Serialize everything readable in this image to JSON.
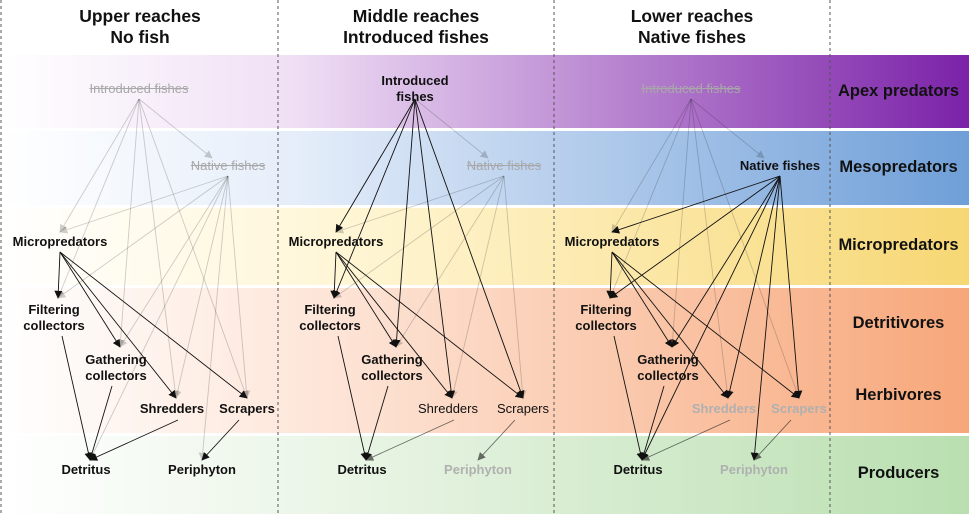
{
  "colors": {
    "apex": "#7b22a8",
    "meso": "#6f9fd8",
    "micro": "#f7d774",
    "detritivores": "#f7a77a",
    "herbivores": "#f7a77a",
    "producers": "#b9dfb0",
    "divider": "#555555"
  },
  "headers": [
    {
      "line1": "Upper reaches",
      "line2": "No fish"
    },
    {
      "line1": "Middle reaches",
      "line2": "Introduced fishes"
    },
    {
      "line1": "Lower reaches",
      "line2": "Native fishes"
    }
  ],
  "tiers": {
    "apex": "Apex predators",
    "meso": "Mesopredators",
    "micro": "Micropredators",
    "detritivores": "Detritivores",
    "herbivores": "Herbivores",
    "producers": "Producers"
  },
  "nodes": {
    "introduced": "Introduced fishes",
    "native": "Native fishes",
    "micro": "Micropredators",
    "filtering": "Filtering collectors",
    "gathering": "Gathering collectors",
    "shredders": "Shredders",
    "scrapers": "Scrapers",
    "detritus": "Detritus",
    "periphyton": "Periphyton"
  },
  "panels": [
    {
      "name": "upper",
      "nodes": {
        "introduced": {
          "state": "absent"
        },
        "native": {
          "state": "absent"
        },
        "micro": {
          "state": "present"
        },
        "filtering": {
          "state": "present"
        },
        "gathering": {
          "state": "present"
        },
        "shredders": {
          "state": "present"
        },
        "scrapers": {
          "state": "present"
        },
        "detritus": {
          "state": "present"
        },
        "periphyton": {
          "state": "present"
        }
      },
      "links": [
        {
          "from": "introduced",
          "to": "native",
          "opacity": 0.2
        },
        {
          "from": "introduced",
          "to": "micro",
          "opacity": 0.2
        },
        {
          "from": "introduced",
          "to": "filtering",
          "opacity": 0.2
        },
        {
          "from": "introduced",
          "to": "gathering",
          "opacity": 0.2
        },
        {
          "from": "introduced",
          "to": "shredders",
          "opacity": 0.2
        },
        {
          "from": "introduced",
          "to": "scrapers",
          "opacity": 0.2
        },
        {
          "from": "native",
          "to": "micro",
          "opacity": 0.2
        },
        {
          "from": "native",
          "to": "filtering",
          "opacity": 0.2
        },
        {
          "from": "native",
          "to": "gathering",
          "opacity": 0.2
        },
        {
          "from": "native",
          "to": "shredders",
          "opacity": 0.2
        },
        {
          "from": "native",
          "to": "scrapers",
          "opacity": 0.2
        },
        {
          "from": "native",
          "to": "detritus",
          "opacity": 0.2
        },
        {
          "from": "native",
          "to": "periphyton",
          "opacity": 0.2
        },
        {
          "from": "micro",
          "to": "filtering",
          "opacity": 1
        },
        {
          "from": "micro",
          "to": "gathering",
          "opacity": 1
        },
        {
          "from": "micro",
          "to": "shredders",
          "opacity": 1
        },
        {
          "from": "micro",
          "to": "scrapers",
          "opacity": 1
        },
        {
          "from": "filtering",
          "to": "detritus",
          "opacity": 1
        },
        {
          "from": "gathering",
          "to": "detritus",
          "opacity": 1
        },
        {
          "from": "shredders",
          "to": "detritus",
          "opacity": 1
        },
        {
          "from": "scrapers",
          "to": "periphyton",
          "opacity": 1
        }
      ]
    },
    {
      "name": "middle",
      "nodes": {
        "introduced": {
          "state": "present"
        },
        "native": {
          "state": "absent"
        },
        "micro": {
          "state": "present"
        },
        "filtering": {
          "state": "present"
        },
        "gathering": {
          "state": "present"
        },
        "shredders": {
          "state": "reduced"
        },
        "scrapers": {
          "state": "reduced"
        },
        "detritus": {
          "state": "present"
        },
        "periphyton": {
          "state": "faded"
        }
      },
      "links": [
        {
          "from": "introduced",
          "to": "native",
          "opacity": 0.2
        },
        {
          "from": "introduced",
          "to": "micro",
          "opacity": 1
        },
        {
          "from": "introduced",
          "to": "filtering",
          "opacity": 1
        },
        {
          "from": "introduced",
          "to": "gathering",
          "opacity": 1
        },
        {
          "from": "introduced",
          "to": "shredders",
          "opacity": 1
        },
        {
          "from": "introduced",
          "to": "scrapers",
          "opacity": 1
        },
        {
          "from": "native",
          "to": "micro",
          "opacity": 0.2
        },
        {
          "from": "native",
          "to": "filtering",
          "opacity": 0.2
        },
        {
          "from": "native",
          "to": "gathering",
          "opacity": 0.2
        },
        {
          "from": "native",
          "to": "shredders",
          "opacity": 0.2
        },
        {
          "from": "native",
          "to": "scrapers",
          "opacity": 0.2
        },
        {
          "from": "micro",
          "to": "filtering",
          "opacity": 1
        },
        {
          "from": "micro",
          "to": "gathering",
          "opacity": 1
        },
        {
          "from": "micro",
          "to": "shredders",
          "opacity": 1
        },
        {
          "from": "micro",
          "to": "scrapers",
          "opacity": 1
        },
        {
          "from": "filtering",
          "to": "detritus",
          "opacity": 1
        },
        {
          "from": "gathering",
          "to": "detritus",
          "opacity": 1
        },
        {
          "from": "shredders",
          "to": "detritus",
          "opacity": 0.6
        },
        {
          "from": "scrapers",
          "to": "periphyton",
          "opacity": 0.6
        }
      ]
    },
    {
      "name": "lower",
      "nodes": {
        "introduced": {
          "state": "absent"
        },
        "native": {
          "state": "present"
        },
        "micro": {
          "state": "present"
        },
        "filtering": {
          "state": "present"
        },
        "gathering": {
          "state": "present"
        },
        "shredders": {
          "state": "faded"
        },
        "scrapers": {
          "state": "faded"
        },
        "detritus": {
          "state": "present"
        },
        "periphyton": {
          "state": "faded"
        }
      },
      "links": [
        {
          "from": "introduced",
          "to": "native",
          "opacity": 0.2
        },
        {
          "from": "introduced",
          "to": "micro",
          "opacity": 0.2
        },
        {
          "from": "introduced",
          "to": "filtering",
          "opacity": 0.2
        },
        {
          "from": "introduced",
          "to": "gathering",
          "opacity": 0.2
        },
        {
          "from": "introduced",
          "to": "shredders",
          "opacity": 0.2
        },
        {
          "from": "introduced",
          "to": "scrapers",
          "opacity": 0.2
        },
        {
          "from": "native",
          "to": "micro",
          "opacity": 1
        },
        {
          "from": "native",
          "to": "filtering",
          "opacity": 1
        },
        {
          "from": "native",
          "to": "gathering",
          "opacity": 1
        },
        {
          "from": "native",
          "to": "shredders",
          "opacity": 1
        },
        {
          "from": "native",
          "to": "scrapers",
          "opacity": 1
        },
        {
          "from": "native",
          "to": "detritus",
          "opacity": 1
        },
        {
          "from": "native",
          "to": "periphyton",
          "opacity": 1
        },
        {
          "from": "micro",
          "to": "filtering",
          "opacity": 1
        },
        {
          "from": "micro",
          "to": "gathering",
          "opacity": 1
        },
        {
          "from": "micro",
          "to": "shredders",
          "opacity": 1
        },
        {
          "from": "micro",
          "to": "scrapers",
          "opacity": 1
        },
        {
          "from": "filtering",
          "to": "detritus",
          "opacity": 1
        },
        {
          "from": "gathering",
          "to": "detritus",
          "opacity": 1
        },
        {
          "from": "shredders",
          "to": "detritus",
          "opacity": 0.6
        },
        {
          "from": "scrapers",
          "to": "periphyton",
          "opacity": 0.6
        }
      ]
    }
  ]
}
